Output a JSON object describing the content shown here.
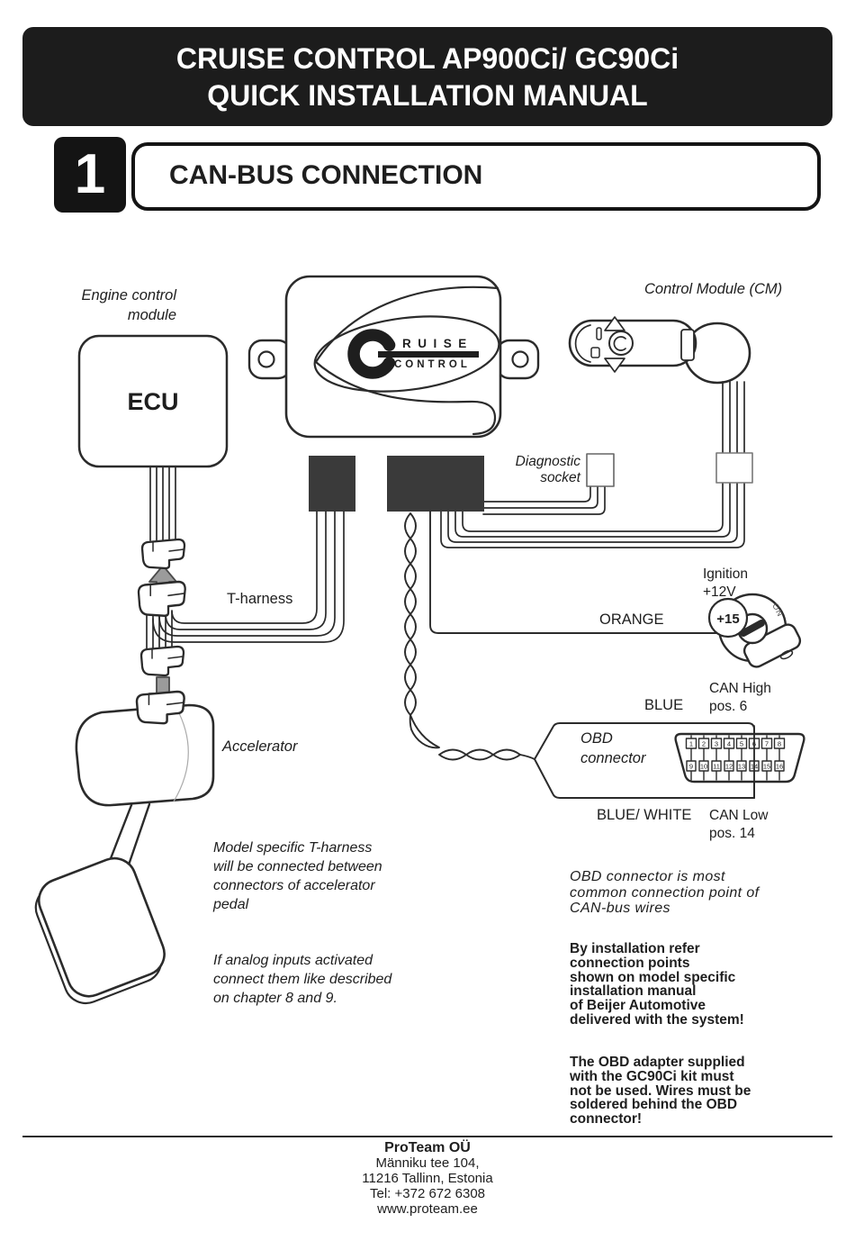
{
  "header": {
    "line1": "CRUISE CONTROL AP900Ci/ GC90Ci",
    "line2": "QUICK INSTALLATION MANUAL"
  },
  "section": {
    "number": "1",
    "title": "CAN-BUS CONNECTION"
  },
  "diagram": {
    "labels": {
      "engine_module_line1": "Engine control",
      "engine_module_line2": "module",
      "ecu": "ECU",
      "control_module": "Control Module (CM)",
      "diagnostic_line1": "Diagnostic",
      "diagnostic_line2": "socket",
      "t_harness": "T-harness",
      "accelerator": "Accelerator",
      "ignition_line1": "Ignition",
      "ignition_line2": "+12V",
      "orange": "ORANGE",
      "ignition_terminal": "+15",
      "ignition_on": "ON",
      "blue": "BLUE",
      "can_high_line1": "CAN High",
      "can_high_line2": "pos. 6",
      "obd_line1": "OBD",
      "obd_line2": "connector",
      "blue_white": "BLUE/ WHITE",
      "can_low_line1": "CAN Low",
      "can_low_line2": "pos. 14"
    },
    "logo": {
      "line1": "RUISE",
      "line2": "CONTROL"
    },
    "obd": {
      "pins": [
        "1",
        "2",
        "3",
        "4",
        "5",
        "6",
        "7",
        "8",
        "9",
        "10",
        "11",
        "12",
        "13",
        "14",
        "15",
        "16"
      ]
    }
  },
  "notes": {
    "t_harness_note": {
      "lines": [
        "Model specific T-harness",
        "will be connected between",
        "connectors of accelerator",
        "pedal"
      ]
    },
    "analog_note": {
      "lines": [
        "If analog inputs activated",
        "connect them like described",
        "on chapter 8 and 9."
      ]
    },
    "obd_note": {
      "lines": [
        "OBD connector is most",
        "common connection point of",
        "CAN-bus wires"
      ]
    },
    "installation_note": {
      "lines": [
        "By installation refer",
        "connection points",
        "shown on model specific",
        "installation manual",
        "of Beijer Automotive",
        "delivered with the system!"
      ]
    },
    "adapter_note": {
      "lines": [
        "The OBD adapter supplied",
        "with the GC90Ci kit must",
        "not be used. Wires must be",
        "soldered behind the OBD",
        "connector!"
      ]
    }
  },
  "footer": {
    "company": "ProTeam OÜ",
    "address1": "Männiku tee 104,",
    "address2": "11216 Tallinn, Estonia",
    "phone": "Tel: +372 672 6308",
    "website": "www.proteam.ee"
  },
  "colors": {
    "header_bg": "#1c1c1c",
    "line_art": "#2b2b2b",
    "connector_fill": "#3a3a3a",
    "arrow_fill": "#9b9b9b"
  }
}
